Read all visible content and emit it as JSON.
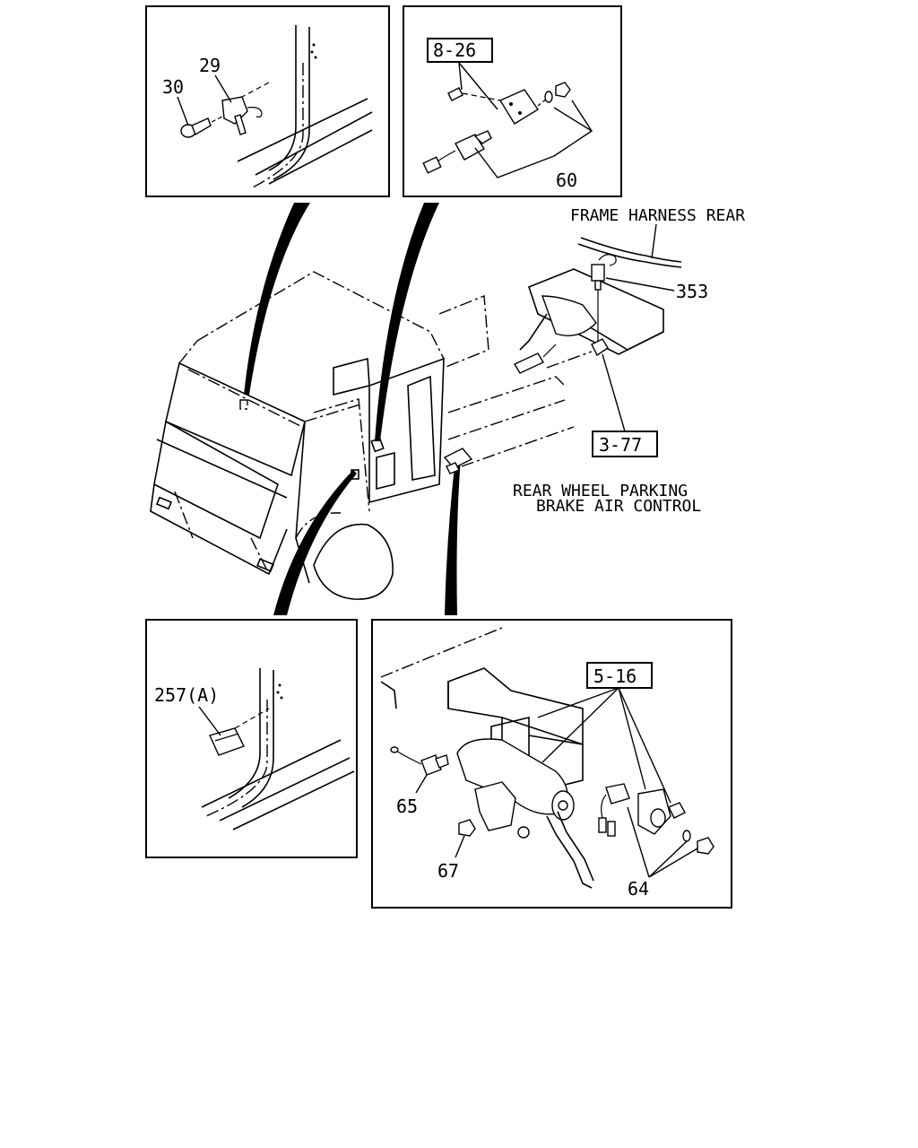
{
  "panels": {
    "top_left": {
      "labels": {
        "p29": "29",
        "p30": "30"
      }
    },
    "top_right": {
      "labels": {
        "ref": "8-26",
        "p60": "60"
      }
    },
    "bottom_left": {
      "labels": {
        "p257": "257(A)"
      }
    },
    "bottom_right": {
      "labels": {
        "ref": "5-16",
        "p65": "65",
        "p67": "67",
        "p64": "64"
      }
    }
  },
  "main": {
    "frame_harness_label": "FRAME HARNESS REAR",
    "p353": "353",
    "ref_3_77": "3-77",
    "rear_brake_line1": "REAR WHEEL PARKING",
    "rear_brake_line2": "BRAKE AIR CONTROL"
  }
}
